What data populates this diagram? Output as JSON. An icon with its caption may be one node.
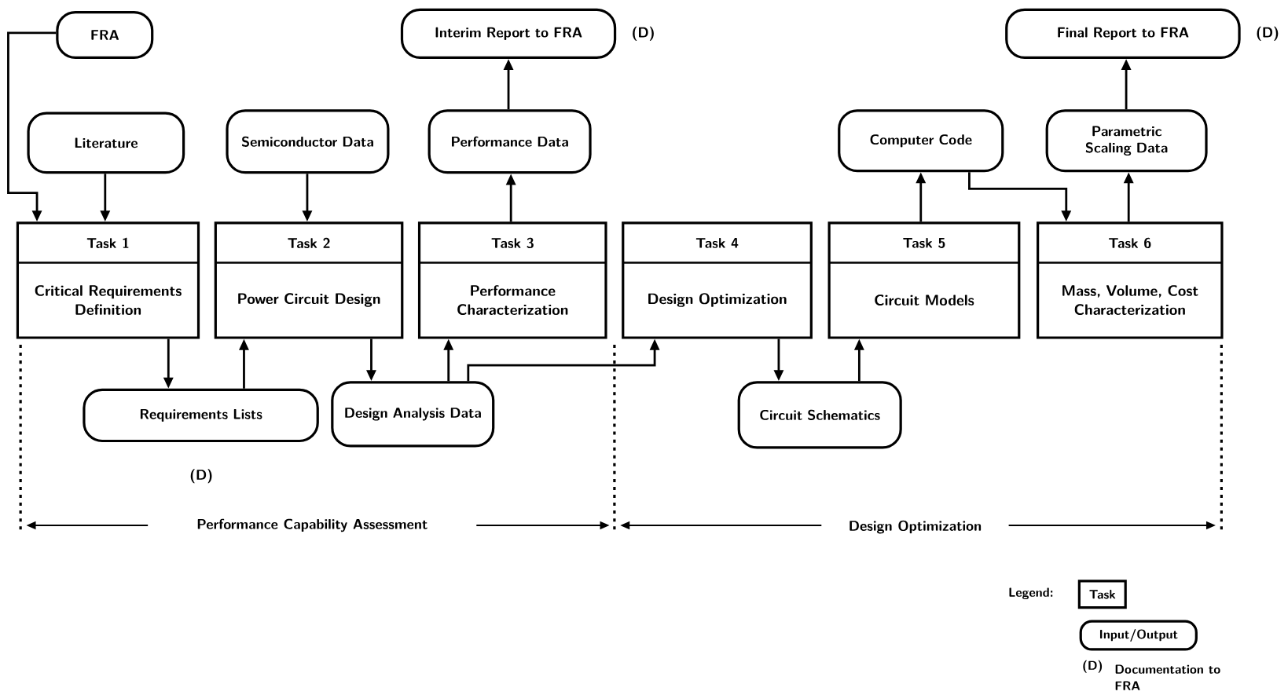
{
  "diagram": {
    "nodes": [
      {
        "text": [
          "FRA"
        ]
      },
      {
        "text": [
          "Interim Report to FRA"
        ],
        "beside": [
          "(D)"
        ]
      },
      {
        "text": [
          "Final Report to FRA"
        ],
        "beside": [
          "(D)"
        ]
      },
      {
        "text": [
          "Literature"
        ]
      },
      {
        "text": [
          "Semiconductor Data"
        ]
      },
      {
        "text": [
          "Performance Data"
        ]
      },
      {
        "text": [
          "Computer Code"
        ]
      },
      {
        "text": [
          "Parametric Scaling Data"
        ]
      },
      {
        "text": [
          "Task 1",
          "Critical Requirements Definition"
        ]
      },
      {
        "text": [
          "Task 2",
          "Power Circuit Design"
        ]
      },
      {
        "text": [
          "Task 3",
          "Performance Characterization"
        ]
      },
      {
        "text": [
          "Task 4",
          "Design Optimization"
        ]
      },
      {
        "text": [
          "Task 5",
          "Circuit Models"
        ]
      },
      {
        "text": [
          "Task 6",
          "Mass, Volume, Cost Characterization"
        ]
      },
      {
        "text": [
          "Requirements Lists"
        ]
      },
      {
        "text": [
          "Design Analysis Data"
        ]
      },
      {
        "text": [
          "Circuit Schematics"
        ]
      }
    ],
    "edges": [
      {
        "from": 0,
        "to": 8,
        "arrow": "to"
      },
      {
        "from": 3,
        "to": 8,
        "arrow": "to"
      },
      {
        "from": 4,
        "to": 9,
        "arrow": "to"
      },
      {
        "from": 10,
        "to": 5,
        "arrow": "to"
      },
      {
        "from": 5,
        "to": 1,
        "arrow": "to"
      },
      {
        "from": 8,
        "to": 14,
        "arrow": "to"
      },
      {
        "from": 14,
        "to": 9,
        "arrow": "to"
      },
      {
        "from": 9,
        "to": 15,
        "arrow": "to"
      },
      {
        "from": 15,
        "to": 10,
        "arrow": "to"
      },
      {
        "from": 15,
        "to": 11,
        "arrow": "to"
      },
      {
        "from": 11,
        "to": 16,
        "arrow": "to"
      },
      {
        "from": 16,
        "to": 12,
        "arrow": "to"
      },
      {
        "from": 12,
        "to": 6,
        "arrow": "to"
      },
      {
        "from": 6,
        "to": 13,
        "arrow": "to"
      },
      {
        "from": 13,
        "to": 7,
        "arrow": "to"
      },
      {
        "from": 7,
        "to": 2,
        "arrow": "to"
      }
    ],
    "labels": [
      "(D)",
      "Performance Capability Assessment",
      "Design Optimization",
      "Legend:",
      "(D)"
    ],
    "legend": [
      {
        "text": "Task"
      },
      {
        "text": "Input/Output"
      },
      {
        "text": "Documentation to FRA"
      }
    ]
  }
}
